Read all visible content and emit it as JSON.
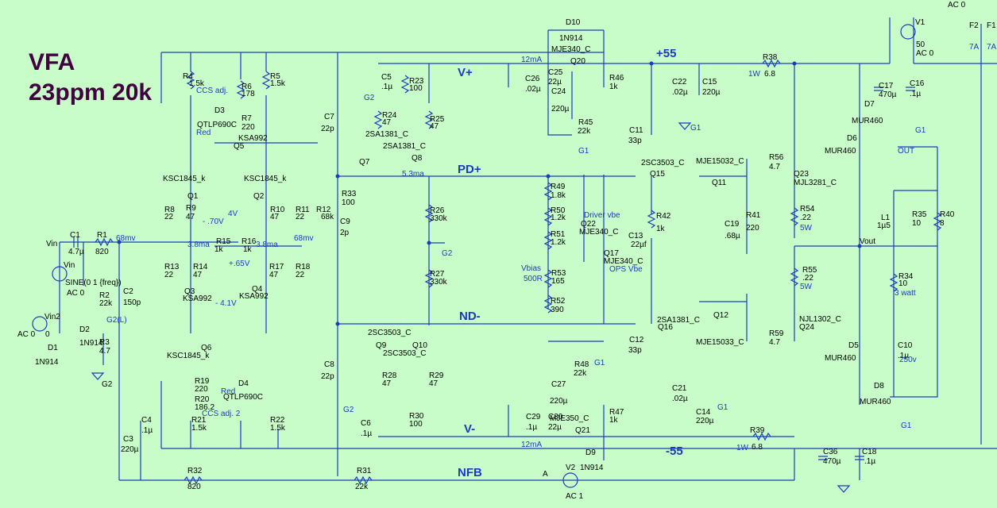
{
  "title": {
    "line1": "VFA",
    "line2": "23ppm 20k"
  },
  "nets": {
    "vplus": "V+",
    "vminus": "V-",
    "pdplus": "PD+",
    "ndminus": "ND-",
    "nfb": "NFB",
    "p55": "+55",
    "m55": "-55"
  },
  "labels": [
    {
      "id": "R4",
      "t": "R4"
    },
    {
      "id": "R4v",
      "t": "1.5k"
    },
    {
      "id": "ccs1",
      "t": "CCS adj."
    },
    {
      "id": "R6",
      "t": "R6"
    },
    {
      "id": "R6v",
      "t": "178"
    },
    {
      "id": "D3",
      "t": "D3"
    },
    {
      "id": "D3v",
      "t": "QTLP690C"
    },
    {
      "id": "red1",
      "t": "Red"
    },
    {
      "id": "R7",
      "t": "R7"
    },
    {
      "id": "R7v",
      "t": "220"
    },
    {
      "id": "Q5v",
      "t": "KSA992"
    },
    {
      "id": "Q5",
      "t": "Q5"
    },
    {
      "id": "R5",
      "t": "R5"
    },
    {
      "id": "R5v",
      "t": "1.5k"
    },
    {
      "id": "C7",
      "t": "C7"
    },
    {
      "id": "C7v",
      "t": "22p"
    },
    {
      "id": "C5",
      "t": "C5"
    },
    {
      "id": "C5v",
      "t": ".1µ"
    },
    {
      "id": "G2a",
      "t": "G2"
    },
    {
      "id": "R23",
      "t": "R23"
    },
    {
      "id": "R23v",
      "t": "100"
    },
    {
      "id": "R24",
      "t": "R24"
    },
    {
      "id": "R24v",
      "t": "47"
    },
    {
      "id": "R25",
      "t": "R25"
    },
    {
      "id": "R25v",
      "t": "47"
    },
    {
      "id": "Q7v",
      "t": "2SA1381_C"
    },
    {
      "id": "Q8v",
      "t": "2SA1381_C"
    },
    {
      "id": "Q8",
      "t": "Q8"
    },
    {
      "id": "Q7",
      "t": "Q7"
    },
    {
      "id": "I53",
      "t": "5.3ma"
    },
    {
      "id": "Q1v",
      "t": "KSC1845_k"
    },
    {
      "id": "Q1",
      "t": "Q1"
    },
    {
      "id": "R8",
      "t": "R8"
    },
    {
      "id": "R8v",
      "t": "22"
    },
    {
      "id": "R9",
      "t": "R9"
    },
    {
      "id": "R9v",
      "t": "47"
    },
    {
      "id": "V70",
      "t": "- .70V"
    },
    {
      "id": "V4",
      "t": "4V"
    },
    {
      "id": "Q2v",
      "t": "KSC1845_k"
    },
    {
      "id": "Q2",
      "t": "Q2"
    },
    {
      "id": "R10",
      "t": "R10"
    },
    {
      "id": "R10v",
      "t": "47"
    },
    {
      "id": "R11",
      "t": "R11"
    },
    {
      "id": "R11v",
      "t": "22"
    },
    {
      "id": "R12",
      "t": "R12"
    },
    {
      "id": "R12v",
      "t": "68k"
    },
    {
      "id": "R33",
      "t": "R33"
    },
    {
      "id": "R33v",
      "t": "100"
    },
    {
      "id": "C9",
      "t": "C9"
    },
    {
      "id": "C9v",
      "t": "2p"
    },
    {
      "id": "R26",
      "t": "R26"
    },
    {
      "id": "R26v",
      "t": "330k"
    },
    {
      "id": "G2b",
      "t": "G2"
    },
    {
      "id": "R27",
      "t": "R27"
    },
    {
      "id": "R27v",
      "t": "330k"
    },
    {
      "id": "vin1",
      "t": "Vin"
    },
    {
      "id": "C1",
      "t": "C1"
    },
    {
      "id": "C1v",
      "t": "4.7µ"
    },
    {
      "id": "R1",
      "t": "R1"
    },
    {
      "id": "R1v",
      "t": "820"
    },
    {
      "id": "mv1",
      "t": "68mv"
    },
    {
      "id": "I38a",
      "t": "3.8ma"
    },
    {
      "id": "R15",
      "t": "R15"
    },
    {
      "id": "R15v",
      "t": "1k"
    },
    {
      "id": "R16",
      "t": "R16"
    },
    {
      "id": "R16v",
      "t": "1k"
    },
    {
      "id": "I38b",
      "t": "3.8ma"
    },
    {
      "id": "mv2",
      "t": "68mv"
    },
    {
      "id": "V65",
      "t": "+.65V"
    },
    {
      "id": "R13",
      "t": "R13"
    },
    {
      "id": "R13v",
      "t": "22"
    },
    {
      "id": "R14",
      "t": "R14"
    },
    {
      "id": "R14v",
      "t": "47"
    },
    {
      "id": "R17",
      "t": "R17"
    },
    {
      "id": "R17v",
      "t": "47"
    },
    {
      "id": "R18",
      "t": "R18"
    },
    {
      "id": "R18v",
      "t": "22"
    },
    {
      "id": "vin2",
      "t": "Vin"
    },
    {
      "id": "sine",
      "t": "SINE(0 1 {freq})"
    },
    {
      "id": "ac0a",
      "t": "AC 0"
    },
    {
      "id": "R2",
      "t": "R2"
    },
    {
      "id": "R2v",
      "t": "22k"
    },
    {
      "id": "C2",
      "t": "C2"
    },
    {
      "id": "C2v",
      "t": "150p"
    },
    {
      "id": "Q3",
      "t": "Q3"
    },
    {
      "id": "Q3v",
      "t": "KSA992"
    },
    {
      "id": "V41",
      "t": "- 4.1V"
    },
    {
      "id": "Q4",
      "t": "Q4"
    },
    {
      "id": "Q4v",
      "t": "KSA992"
    },
    {
      "id": "Vin2",
      "t": "Vin2"
    },
    {
      "id": "ac0b",
      "t": "AC 0"
    },
    {
      "id": "zero",
      "t": "0"
    },
    {
      "id": "G2L",
      "t": "G2(L)"
    },
    {
      "id": "D2",
      "t": "D2"
    },
    {
      "id": "D2v",
      "t": "1N914"
    },
    {
      "id": "R3",
      "t": "R3"
    },
    {
      "id": "R3v",
      "t": "4.7"
    },
    {
      "id": "D1",
      "t": "D1"
    },
    {
      "id": "D1v",
      "t": "1N914"
    },
    {
      "id": "G2c",
      "t": "G2"
    },
    {
      "id": "Q6",
      "t": "Q6"
    },
    {
      "id": "Q6v",
      "t": "KSC1845_k"
    },
    {
      "id": "R19",
      "t": "R19"
    },
    {
      "id": "R19v",
      "t": "220"
    },
    {
      "id": "red2",
      "t": "Red"
    },
    {
      "id": "D4",
      "t": "D4"
    },
    {
      "id": "D4v",
      "t": "QTLP690C"
    },
    {
      "id": "R20",
      "t": "R20"
    },
    {
      "id": "R20v",
      "t": "186.2"
    },
    {
      "id": "ccs2",
      "t": "CCS adj. 2"
    },
    {
      "id": "R21",
      "t": "R21"
    },
    {
      "id": "R21v",
      "t": "1.5k"
    },
    {
      "id": "R22",
      "t": "R22"
    },
    {
      "id": "R22v",
      "t": "1.5k"
    },
    {
      "id": "C4",
      "t": "C4"
    },
    {
      "id": "C4v",
      "t": ".1µ"
    },
    {
      "id": "C3",
      "t": "C3"
    },
    {
      "id": "C3v",
      "t": "220µ"
    },
    {
      "id": "C8",
      "t": "C8"
    },
    {
      "id": "C8v",
      "t": "22p"
    },
    {
      "id": "Q9v",
      "t": "2SC3503_C"
    },
    {
      "id": "Q9",
      "t": "Q9"
    },
    {
      "id": "Q10",
      "t": "Q10"
    },
    {
      "id": "Q10v",
      "t": "2SC3503_C"
    },
    {
      "id": "R28",
      "t": "R28"
    },
    {
      "id": "R28v",
      "t": "47"
    },
    {
      "id": "R29",
      "t": "R29"
    },
    {
      "id": "R29v",
      "t": "47"
    },
    {
      "id": "G2d",
      "t": "G2"
    },
    {
      "id": "C6",
      "t": "C6"
    },
    {
      "id": "C6v",
      "t": ".1µ"
    },
    {
      "id": "R30",
      "t": "R30"
    },
    {
      "id": "R30v",
      "t": "100"
    },
    {
      "id": "R32",
      "t": "R32"
    },
    {
      "id": "R32v",
      "t": "820"
    },
    {
      "id": "R31",
      "t": "R31"
    },
    {
      "id": "R31v",
      "t": "22k"
    },
    {
      "id": "A",
      "t": "A"
    },
    {
      "id": "V2",
      "t": "V2"
    },
    {
      "id": "ac1",
      "t": "AC 1"
    },
    {
      "id": "D10",
      "t": "D10"
    },
    {
      "id": "D10v",
      "t": "1N914"
    },
    {
      "id": "Q20v",
      "t": "MJE340_C"
    },
    {
      "id": "Q20",
      "t": "Q20"
    },
    {
      "id": "I12a",
      "t": "12mA"
    },
    {
      "id": "C25",
      "t": "C25"
    },
    {
      "id": "C25v",
      "t": "22µ"
    },
    {
      "id": "C26",
      "t": "C26"
    },
    {
      "id": "C26v",
      "t": ".02µ"
    },
    {
      "id": "C24",
      "t": "C24"
    },
    {
      "id": "C24v",
      "t": "220µ"
    },
    {
      "id": "R46",
      "t": "R46"
    },
    {
      "id": "R46v",
      "t": "1k"
    },
    {
      "id": "R45",
      "t": "R45"
    },
    {
      "id": "R45v",
      "t": "22k"
    },
    {
      "id": "G1a",
      "t": "G1"
    },
    {
      "id": "C22",
      "t": "C22"
    },
    {
      "id": "C22v",
      "t": ".02µ"
    },
    {
      "id": "C15",
      "t": "C15"
    },
    {
      "id": "C15v",
      "t": "220µ"
    },
    {
      "id": "G1b",
      "t": "G1"
    },
    {
      "id": "C11",
      "t": "C11"
    },
    {
      "id": "C11v",
      "t": "33p"
    },
    {
      "id": "R38",
      "t": "R38"
    },
    {
      "id": "R38v",
      "t": "6.8"
    },
    {
      "id": "W1a",
      "t": "1W"
    },
    {
      "id": "V1",
      "t": "V1"
    },
    {
      "id": "ac0c",
      "t": "AC 0"
    },
    {
      "id": "v50",
      "t": "50"
    },
    {
      "id": "ac0d",
      "t": "AC 0"
    },
    {
      "id": "F2",
      "t": "F2"
    },
    {
      "id": "F1",
      "t": "F1"
    },
    {
      "id": "A7a",
      "t": "7A"
    },
    {
      "id": "A7b",
      "t": "7A"
    },
    {
      "id": "C17",
      "t": "C17"
    },
    {
      "id": "C17v",
      "t": "470µ"
    },
    {
      "id": "C16",
      "t": "C16"
    },
    {
      "id": "C16v",
      "t": ".1µ"
    },
    {
      "id": "D7",
      "t": "D7"
    },
    {
      "id": "D7v",
      "t": "MUR460"
    },
    {
      "id": "G1c",
      "t": "G1"
    },
    {
      "id": "D6",
      "t": "D6"
    },
    {
      "id": "D6v",
      "t": "MUR460"
    },
    {
      "id": "OUT",
      "t": "OUT"
    },
    {
      "id": "Q15v",
      "t": "2SC3503_C"
    },
    {
      "id": "Q15",
      "t": "Q15"
    },
    {
      "id": "Q11v",
      "t": "MJE15032_C"
    },
    {
      "id": "Q11",
      "t": "Q11"
    },
    {
      "id": "R56",
      "t": "R56"
    },
    {
      "id": "R56v",
      "t": "4.7"
    },
    {
      "id": "Q23",
      "t": "Q23"
    },
    {
      "id": "Q23v",
      "t": "MJL3281_C"
    },
    {
      "id": "R49",
      "t": "R49"
    },
    {
      "id": "R49v",
      "t": "1.8k"
    },
    {
      "id": "R50",
      "t": "R50"
    },
    {
      "id": "R50v",
      "t": "1.2k"
    },
    {
      "id": "drv",
      "t": "Driver vbe"
    },
    {
      "id": "Q22",
      "t": "Q22"
    },
    {
      "id": "Q22v",
      "t": "MJE340_C"
    },
    {
      "id": "R51",
      "t": "R51"
    },
    {
      "id": "R51v",
      "t": "1.2k"
    },
    {
      "id": "C13",
      "t": "C13"
    },
    {
      "id": "C13v",
      "t": "22µf"
    },
    {
      "id": "R42",
      "t": "R42"
    },
    {
      "id": "R42v",
      "t": "1k"
    },
    {
      "id": "C19",
      "t": "C19"
    },
    {
      "id": "C19v",
      "t": ".68µ"
    },
    {
      "id": "R41",
      "t": "R41"
    },
    {
      "id": "R41v",
      "t": "220"
    },
    {
      "id": "R54",
      "t": "R54"
    },
    {
      "id": "R54v",
      "t": ".22"
    },
    {
      "id": "W5a",
      "t": "5W"
    },
    {
      "id": "L1",
      "t": "L1"
    },
    {
      "id": "L1v",
      "t": "1µ5"
    },
    {
      "id": "R35",
      "t": "R35"
    },
    {
      "id": "R35v",
      "t": "10"
    },
    {
      "id": "R40",
      "t": "R40"
    },
    {
      "id": "R40v",
      "t": "8"
    },
    {
      "id": "Vout",
      "t": "Vout"
    },
    {
      "id": "Q17",
      "t": "Q17"
    },
    {
      "id": "Q17v",
      "t": "MJE340_C"
    },
    {
      "id": "ops",
      "t": "OPS Vbe"
    },
    {
      "id": "vbias",
      "t": "Vbias"
    },
    {
      "id": "R500",
      "t": "500R"
    },
    {
      "id": "R53",
      "t": "R53"
    },
    {
      "id": "R53v",
      "t": "165"
    },
    {
      "id": "R52",
      "t": "R52"
    },
    {
      "id": "R52v",
      "t": "390"
    },
    {
      "id": "R55",
      "t": "R55"
    },
    {
      "id": "R55v",
      "t": ".22"
    },
    {
      "id": "W5b",
      "t": "5W"
    },
    {
      "id": "R34",
      "t": "R34"
    },
    {
      "id": "R34v",
      "t": "10"
    },
    {
      "id": "watt3",
      "t": "3 watt"
    },
    {
      "id": "Q16v",
      "t": "2SA1381_C"
    },
    {
      "id": "Q16",
      "t": "Q16"
    },
    {
      "id": "Q12",
      "t": "Q12"
    },
    {
      "id": "NJL",
      "t": "NJL1302_C"
    },
    {
      "id": "Q24",
      "t": "Q24"
    },
    {
      "id": "Q12v",
      "t": "MJE15033_C"
    },
    {
      "id": "R59",
      "t": "R59"
    },
    {
      "id": "R59v",
      "t": "4.7"
    },
    {
      "id": "C10",
      "t": "C10"
    },
    {
      "id": "C10v",
      "t": ".1µ"
    },
    {
      "id": "V250",
      "t": "250v"
    },
    {
      "id": "D5",
      "t": "D5"
    },
    {
      "id": "D5v",
      "t": "MUR460"
    },
    {
      "id": "R48",
      "t": "R48"
    },
    {
      "id": "R48v",
      "t": "22k"
    },
    {
      "id": "G1d",
      "t": "G1"
    },
    {
      "id": "C12",
      "t": "C12"
    },
    {
      "id": "C12v",
      "t": "33p"
    },
    {
      "id": "C27",
      "t": "C27"
    },
    {
      "id": "C27v",
      "t": "220µ"
    },
    {
      "id": "C29",
      "t": "C29"
    },
    {
      "id": "C29v",
      "t": ".1µ"
    },
    {
      "id": "C30",
      "t": "C30"
    },
    {
      "id": "C30v",
      "t": "22µ"
    },
    {
      "id": "Q21v",
      "t": "MJE350_C"
    },
    {
      "id": "R47",
      "t": "R47"
    },
    {
      "id": "R47v",
      "t": "1k"
    },
    {
      "id": "Q21",
      "t": "Q21"
    },
    {
      "id": "I12b",
      "t": "12mA"
    },
    {
      "id": "D9",
      "t": "D9"
    },
    {
      "id": "D9v",
      "t": "1N914"
    },
    {
      "id": "C21",
      "t": "C21"
    },
    {
      "id": "C21v",
      "t": ".02µ"
    },
    {
      "id": "G1e",
      "t": "G1"
    },
    {
      "id": "C14",
      "t": "C14"
    },
    {
      "id": "C14v",
      "t": "220µ"
    },
    {
      "id": "R39",
      "t": "R39"
    },
    {
      "id": "R39v",
      "t": "6.8"
    },
    {
      "id": "W1b",
      "t": "1W"
    },
    {
      "id": "D8",
      "t": "D8"
    },
    {
      "id": "D8v",
      "t": "MUR460"
    },
    {
      "id": "G1f",
      "t": "G1"
    },
    {
      "id": "C36",
      "t": "C36"
    },
    {
      "id": "C36v",
      "t": "470µ"
    },
    {
      "id": "C18",
      "t": "C18"
    },
    {
      "id": "C18v",
      "t": ".1µ"
    }
  ],
  "colors": {
    "background": "#c8fcc8",
    "wire": "#1a3cc0",
    "component": "#602020",
    "title": "#400040"
  }
}
